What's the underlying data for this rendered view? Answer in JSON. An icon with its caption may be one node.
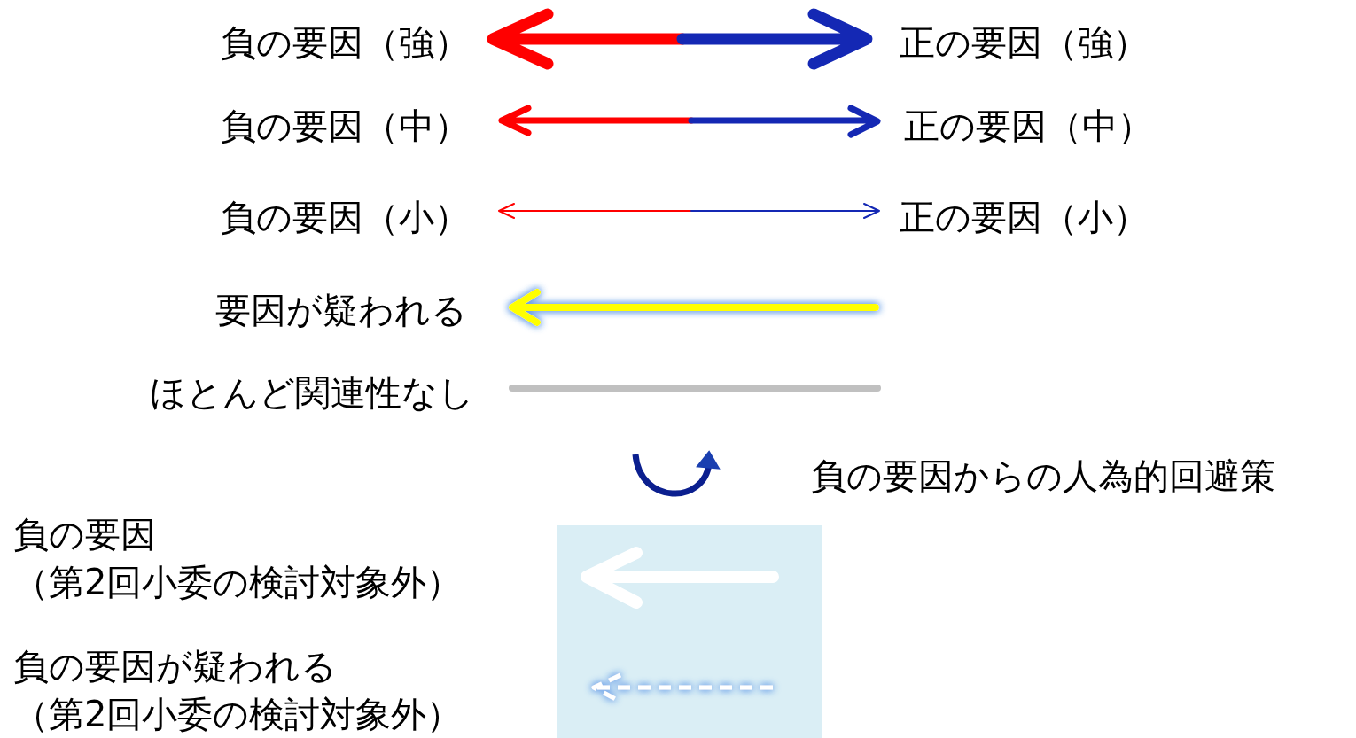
{
  "diagram": {
    "legend": [
      {
        "text": "負の要因（強）"
      },
      {
        "text": "正の要因（強）"
      },
      {
        "text": "負の要因（中）"
      },
      {
        "text": "正の要因（中）"
      },
      {
        "text": "負の要因（小）"
      },
      {
        "text": "正の要因（小）"
      },
      {
        "text": "要因が疑われる"
      },
      {
        "text": "ほとんど関連性なし"
      },
      {
        "text": "負の要因からの人為的回避策"
      },
      {
        "text": "負の要因（第2回小委の検討対象外）"
      },
      {
        "text": "負の要因が疑われる（第2回小委の検討対象外）"
      }
    ]
  }
}
